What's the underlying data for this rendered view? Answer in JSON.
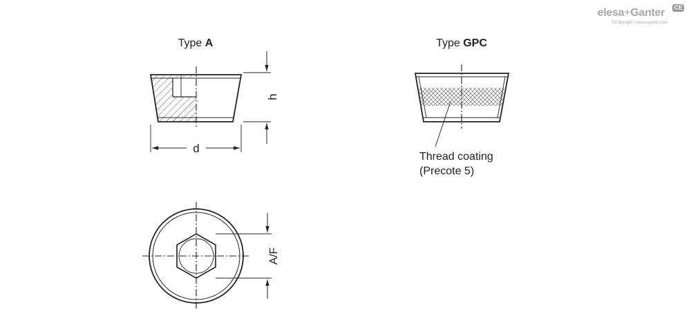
{
  "logo": {
    "brand_a": "elesa",
    "plus": "+",
    "brand_b": "Ganter",
    "copyright": "©Copyright | elesa-ganter.com",
    "mark": "CE"
  },
  "type_a": {
    "prefix": "Type ",
    "letter": "A"
  },
  "type_gpc": {
    "prefix": "Type ",
    "letter": "GPC"
  },
  "dims": {
    "h": "h",
    "d": "d",
    "af": "A/F"
  },
  "coating": {
    "line1": "Thread coating",
    "line2": "(Precote 5)"
  }
}
